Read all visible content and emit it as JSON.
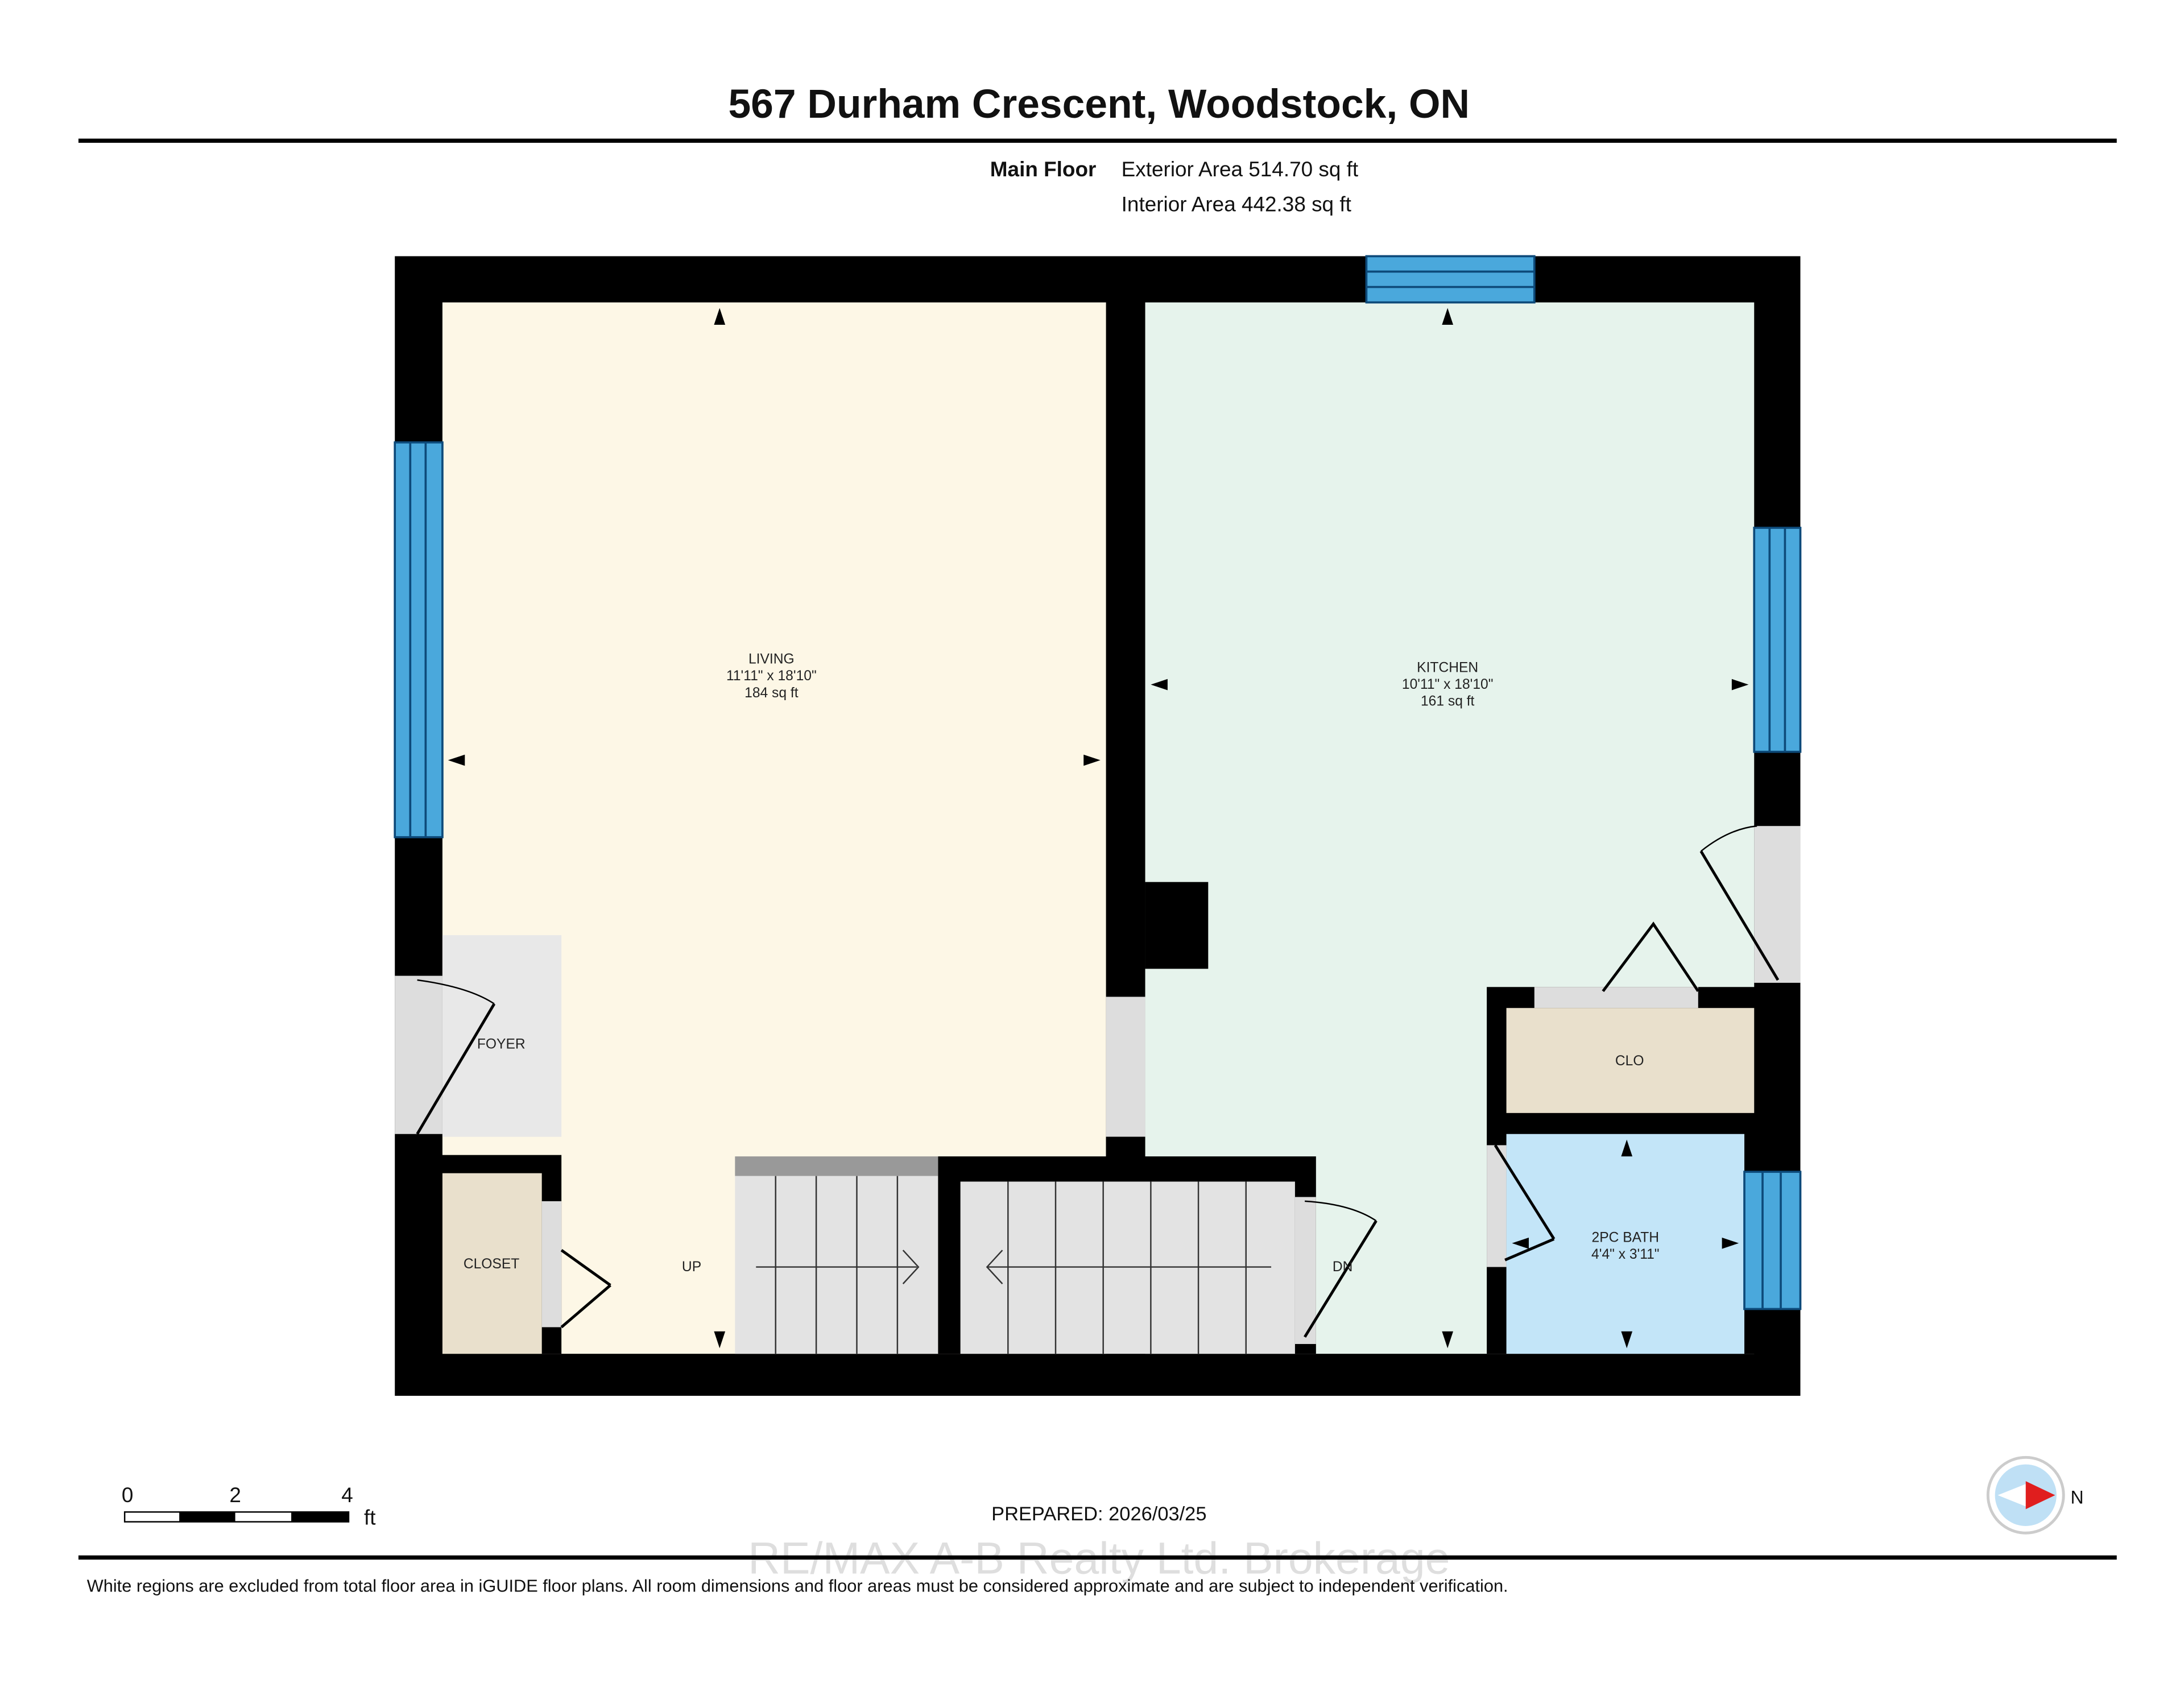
{
  "title": "567 Durham Crescent, Woodstock, ON",
  "floor": {
    "name": "Main Floor",
    "exterior_area": "Exterior Area 514.70 sq ft",
    "interior_area": "Interior Area 442.38 sq ft"
  },
  "rooms": {
    "living": {
      "name": "LIVING",
      "dims": "11'11\" x 18'10\"",
      "area": "184 sq ft"
    },
    "kitchen": {
      "name": "KITCHEN",
      "dims": "10'11\" x 18'10\"",
      "area": "161 sq ft"
    },
    "foyer": {
      "name": "FOYER"
    },
    "closet": {
      "name": "CLOSET"
    },
    "clo": {
      "name": "CLO"
    },
    "bath": {
      "name": "2PC BATH",
      "dims": "4'4\" x 3'11\""
    },
    "stairs_up": "UP",
    "stairs_down": "DN"
  },
  "scale_bar": {
    "ticks": [
      "0",
      "2",
      "4"
    ],
    "unit": "ft"
  },
  "compass": {
    "label": "N"
  },
  "prepared": "PREPARED: 2026/03/25",
  "watermark": "RE/MAX A-B Realty Ltd. Brokerage",
  "disclaimer": "White regions are excluded from total floor area in iGUIDE floor plans. All room dimensions and floor areas must be considered approximate and are subject to independent verification.",
  "colors": {
    "living": "#fdf7e6",
    "kitchen": "#e6f3ec",
    "bath": "#c3e5f8",
    "closet": "#e9e0cc",
    "stairs": "#e3e3e3",
    "window": "#4aa8dc",
    "wall": "#000000"
  }
}
